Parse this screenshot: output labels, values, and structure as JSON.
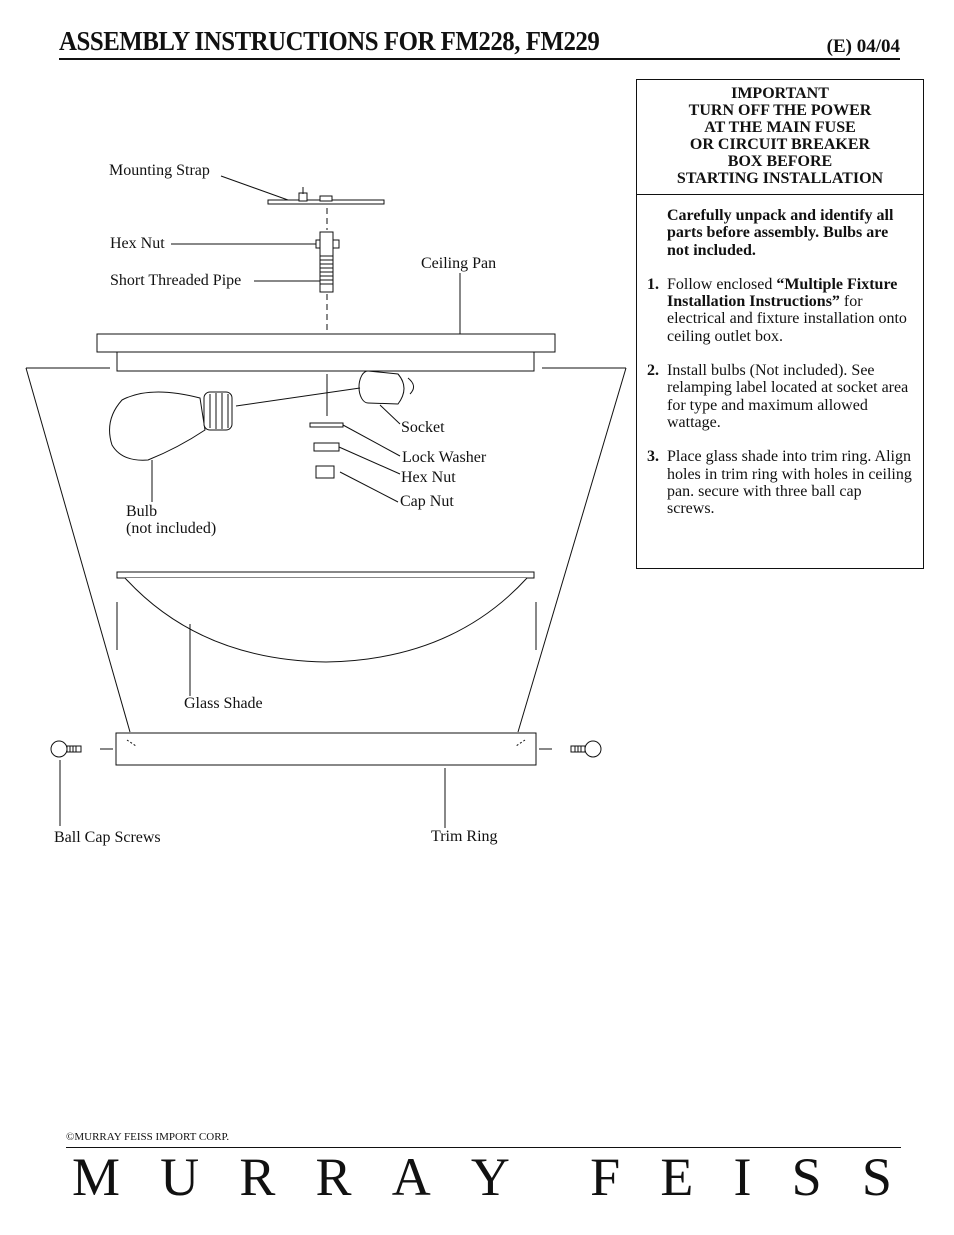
{
  "header": {
    "title": "ASSEMBLY INSTRUCTIONS FOR FM228, FM229",
    "revision": "(E)  04/04"
  },
  "important": {
    "lines": [
      "IMPORTANT",
      "TURN OFF THE POWER",
      "AT THE MAIN FUSE",
      "OR CIRCUIT BREAKER",
      "BOX BEFORE",
      "STARTING INSTALLATION"
    ]
  },
  "instructions": {
    "intro": "Carefully unpack and identify all parts before assembly. Bulbs are not included.",
    "steps": [
      {
        "num": "1.",
        "pre": "Follow enclosed ",
        "bold": "“Multiple Fixture Installation Instructions”",
        "post": " for electrical and fixture installation onto ceiling outlet box."
      },
      {
        "num": "2.",
        "pre": "Install bulbs (Not included). See relamping label located at socket area for type and maximum allowed wattage.",
        "bold": "",
        "post": ""
      },
      {
        "num": "3.",
        "pre": "Place glass shade into trim ring. Align holes in trim ring with holes in ceiling pan. secure with three ball cap screws.",
        "bold": "",
        "post": ""
      }
    ]
  },
  "diagram_labels": {
    "mounting_strap": "Mounting Strap",
    "hex_nut_top": "Hex Nut",
    "short_threaded_pipe": "Short Threaded Pipe",
    "ceiling_pan": "Ceiling Pan",
    "socket": "Socket",
    "lock_washer": "Lock Washer",
    "hex_nut": "Hex Nut",
    "cap_nut": "Cap Nut",
    "bulb": "Bulb",
    "bulb_note": "(not included)",
    "glass_shade": "Glass Shade",
    "ball_cap_screws": "Ball Cap Screws",
    "trim_ring": "Trim Ring"
  },
  "footer": {
    "copyright": "©MURRAY FEISS IMPORT CORP.",
    "brand_letters": [
      "M",
      "U",
      "R",
      "R",
      "A",
      "Y",
      " ",
      "F",
      "E",
      "I",
      "S",
      "S"
    ]
  }
}
